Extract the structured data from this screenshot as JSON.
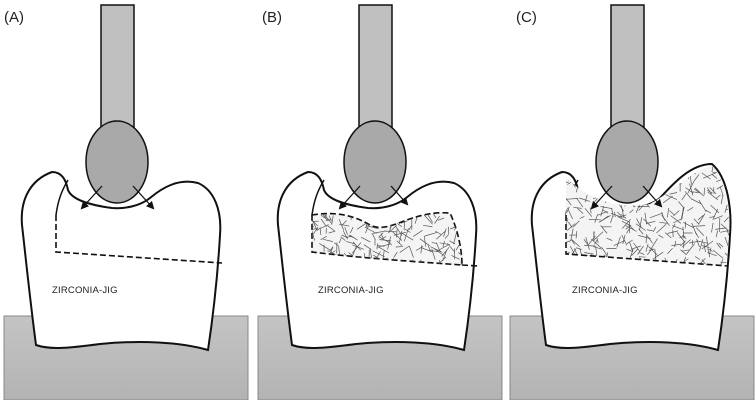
{
  "figure": {
    "panels": [
      {
        "id": "A",
        "label": "(A)",
        "jig_label": "ZIRCONIA-JIG",
        "fracture_region": "none"
      },
      {
        "id": "B",
        "label": "(B)",
        "jig_label": "ZIRCONIA-JIG",
        "fracture_region": "occlusal-center"
      },
      {
        "id": "C",
        "label": "(C)",
        "jig_label": "ZIRCONIA-JIG",
        "fracture_region": "occlusal-extended"
      }
    ],
    "colors": {
      "indenter": "#a9a9a9",
      "stem": "#c0c0c0",
      "base": "#bdbdbd",
      "outline": "#111111",
      "crack": "#555555"
    }
  }
}
